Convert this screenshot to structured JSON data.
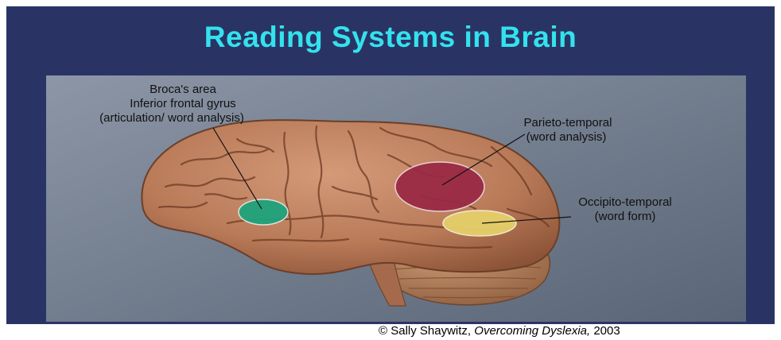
{
  "slide": {
    "title": "Reading Systems in Brain",
    "colors": {
      "background": "#2a3464",
      "title": "#33e2ee",
      "panel": "#6e7a8c",
      "brain": "#b87a5a",
      "broca": "#1fa37c",
      "parieto": "#9a2a45",
      "occipito": "#e6cf6a",
      "cerebellum": "#b48260"
    }
  },
  "labels": {
    "broca": {
      "line1": "Broca's area",
      "line2": "Inferior frontal gyrus",
      "line3": "(articulation/ word analysis)"
    },
    "parieto": {
      "line1": "Parieto-temporal",
      "line2": "(word analysis)"
    },
    "occipito": {
      "line1": "Occipito-temporal",
      "line2": "(word form)"
    }
  },
  "caption": {
    "copyright": "©",
    "author": "Sally Shaywitz,",
    "book": "Overcoming Dyslexia,",
    "year": "2003"
  }
}
